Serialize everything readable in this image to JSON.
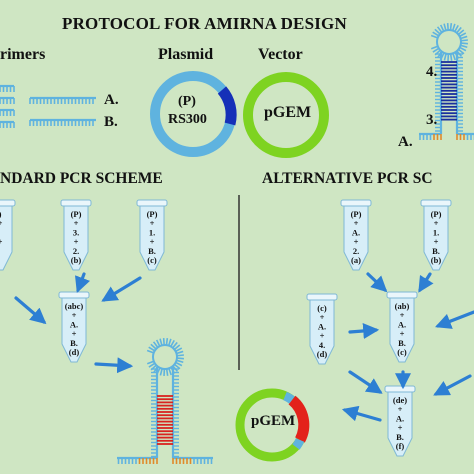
{
  "title": "PROTOCOL FOR AMIRNA DESIGN",
  "primers_label": "rimers",
  "plasmid_label": "Plasmid",
  "vector_label": "Vector",
  "plasmid_ring_text": [
    "(P)",
    "RS300"
  ],
  "vector_ring_text": "pGEM",
  "primer_a": "A.",
  "primer_b": "B.",
  "hairpin_4": "4.",
  "hairpin_3": "3.",
  "hairpin_a": "A.",
  "standard_header": "NDARD PCR SCHEME",
  "alternative_header": "ALTERNATIVE PCR SC",
  "final_vector_text": "pGEM",
  "tubes": [
    {
      "id": "std-left-edge",
      "lines": [
        ")",
        "+",
        "",
        "+",
        "",
        "",
        ""
      ]
    },
    {
      "id": "std-b",
      "lines": [
        "(P)",
        "+",
        "3.",
        "+",
        "2.",
        "(b)"
      ]
    },
    {
      "id": "std-c",
      "lines": [
        "(P)",
        "+",
        "1.",
        "+",
        "B.",
        "(c)"
      ]
    },
    {
      "id": "std-d",
      "lines": [
        "(abc)",
        "+",
        "A.",
        "+",
        "B.",
        "(d)"
      ]
    },
    {
      "id": "alt-a",
      "lines": [
        "(P)",
        "+",
        "A.",
        "+",
        "2.",
        "(a)"
      ]
    },
    {
      "id": "alt-b",
      "lines": [
        "(P)",
        "+",
        "1.",
        "+",
        "B.",
        "(b)"
      ]
    },
    {
      "id": "alt-c",
      "lines": [
        "(c)",
        "+",
        "A.",
        "+",
        "4.",
        "(d)"
      ]
    },
    {
      "id": "alt-ab",
      "lines": [
        "(ab)",
        "+",
        "A.",
        "+",
        "B.",
        "(c)"
      ]
    },
    {
      "id": "alt-de",
      "lines": [
        "(de)",
        "+",
        "A.",
        "+",
        "B.",
        "(f)"
      ]
    }
  ],
  "colors": {
    "background": "#cfe6c3",
    "strand": "#5fb3df",
    "plasmid_insert": "#1530b8",
    "hairpin_stem": "#1a2f9e",
    "std_stem": "#d9231f",
    "vector_ring": "#7ed321",
    "arrow": "#2d7fd3",
    "tube": "#d7eef8",
    "base_orange": "#e08a2a"
  }
}
